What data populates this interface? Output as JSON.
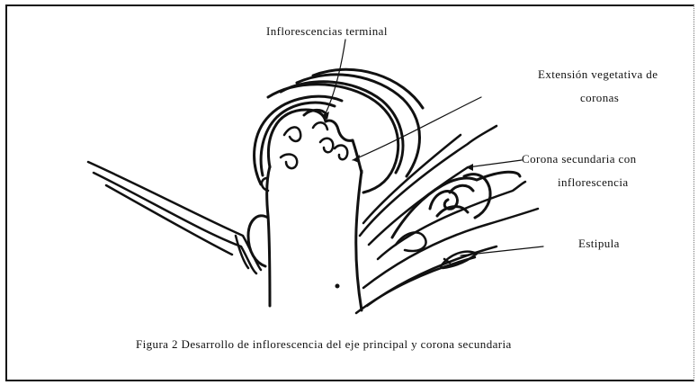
{
  "labels": {
    "inflorescencias_terminal": "Inflorescencias terminal",
    "extension_line1": "Extensión vegetativa de",
    "extension_line2": "coronas",
    "corona_line1": "Corona secundaria con",
    "corona_line2": "inflorescencia",
    "estipula": "Estipula"
  },
  "caption": "Figura 2  Desarrollo de inflorescencia del eje principal y corona secundaria",
  "colors": {
    "ink": "#111111",
    "background": "#ffffff"
  }
}
